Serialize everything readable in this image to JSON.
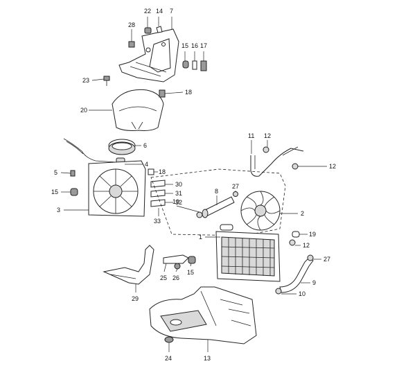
{
  "callouts": {
    "c1": "1",
    "c2": "2",
    "c3": "3",
    "c4": "4",
    "c5": "5",
    "c6": "6",
    "c7": "7",
    "c8": "8",
    "c9": "9",
    "c10a": "10",
    "c10b": "10",
    "c11": "11",
    "c12a": "12",
    "c12b": "12",
    "c12c": "12",
    "c13": "13",
    "c14": "14",
    "c15a": "15",
    "c15b": "15",
    "c15c": "15",
    "c16": "16",
    "c17": "17",
    "c18a": "18",
    "c18b": "18",
    "c19": "19",
    "c20": "20",
    "c22": "22",
    "c23": "23",
    "c24": "24",
    "c25": "25",
    "c26": "26",
    "c27a": "27",
    "c27b": "27",
    "c28": "28",
    "c29": "29",
    "c30": "30",
    "c31": "31",
    "c32": "32",
    "c33": "33"
  }
}
